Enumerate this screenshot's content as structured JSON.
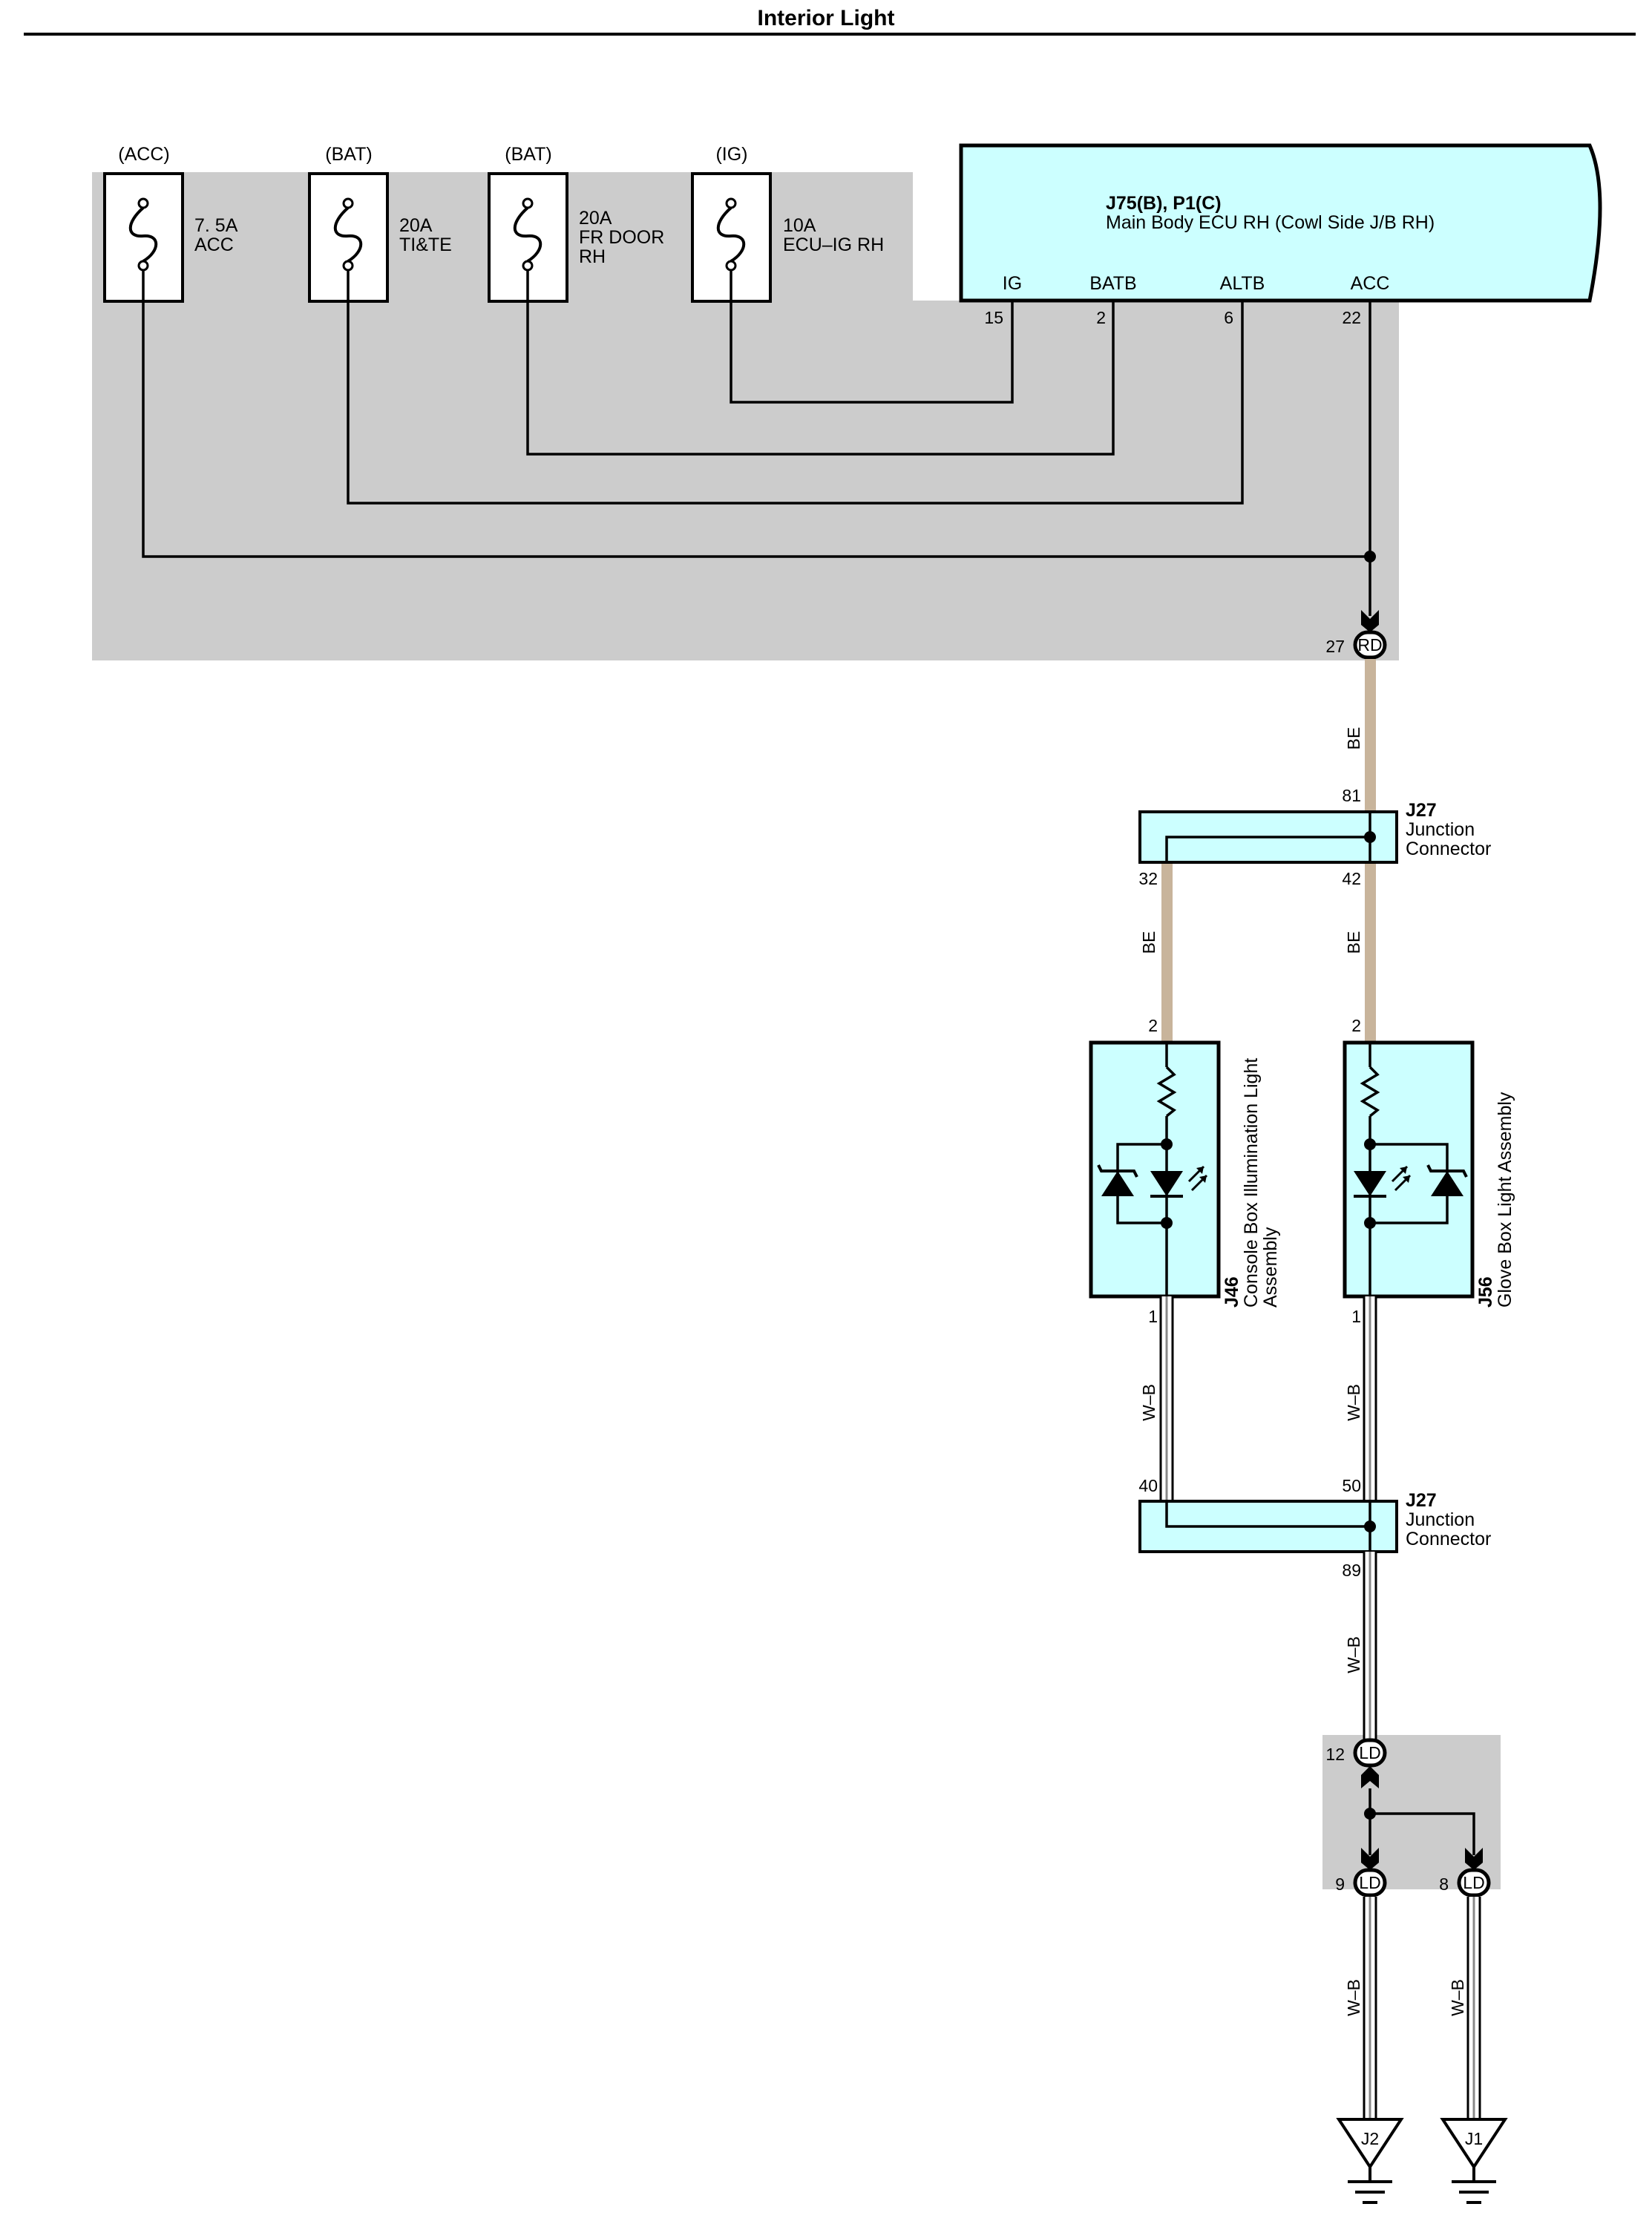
{
  "title": "Interior Light",
  "fuses": [
    {
      "source": "(ACC)",
      "rating": "7. 5A",
      "name1": "ACC",
      "name2": ""
    },
    {
      "source": "(BAT)",
      "rating": "20A",
      "name1": "TI&TE",
      "name2": ""
    },
    {
      "source": "(BAT)",
      "rating": "20A",
      "name1": "FR DOOR",
      "name2": "RH"
    },
    {
      "source": "(IG)",
      "rating": "10A",
      "name1": "ECU–IG RH",
      "name2": ""
    }
  ],
  "ecu": {
    "code": "J75(B), P1(C)",
    "name": "Main Body ECU RH (Cowl Side J/B RH)",
    "terminals": [
      {
        "label": "IG",
        "pin": "15"
      },
      {
        "label": "BATB",
        "pin": "2"
      },
      {
        "label": "ALTB",
        "pin": "6"
      },
      {
        "label": "ACC",
        "pin": "22"
      }
    ]
  },
  "rd_connector": {
    "pin": "27",
    "label": "RD"
  },
  "wire_colors": {
    "be": "BE",
    "wb": "W–B"
  },
  "junction_top": {
    "code": "J27",
    "name1": "Junction",
    "name2": "Connector",
    "pin_in": "81",
    "pin_left": "32",
    "pin_right": "42"
  },
  "junction_bottom": {
    "code": "J27",
    "name1": "Junction",
    "name2": "Connector",
    "pin_left": "40",
    "pin_right": "50",
    "pin_out": "89"
  },
  "lamps": [
    {
      "code": "J46",
      "name1": "Console Box Illumination Light",
      "name2": "Assembly",
      "pin_top": "2",
      "pin_bottom": "1"
    },
    {
      "code": "J56",
      "name1": "Glove Box Light Assembly",
      "name2": "",
      "pin_top": "2",
      "pin_bottom": "1"
    }
  ],
  "ld_connectors": [
    {
      "pin": "12",
      "label": "LD"
    },
    {
      "pin": "9",
      "label": "LD"
    },
    {
      "pin": "8",
      "label": "LD"
    }
  ],
  "grounds": [
    {
      "label": "J2"
    },
    {
      "label": "J1"
    }
  ],
  "colors": {
    "module_fill": "#ccffff",
    "shade": "#cccccc",
    "be_wire": "#c8b49b",
    "line": "#000000"
  },
  "icons": [
    "fuse-icon",
    "resistor-icon",
    "led-icon",
    "zener-diode-icon",
    "ground-icon"
  ]
}
